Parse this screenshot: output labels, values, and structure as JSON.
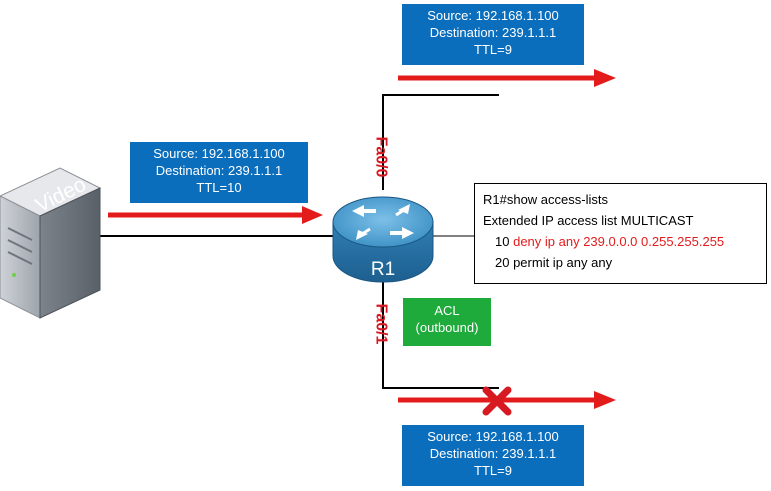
{
  "server": {
    "label": "Video"
  },
  "router": {
    "name": "R1"
  },
  "interfaces": {
    "top": "Fa0/0",
    "bottom": "Fa0/1"
  },
  "packets": {
    "incoming": {
      "source": "Source: 192.168.1.100",
      "destination": "Destination: 239.1.1.1",
      "ttl": "TTL=10"
    },
    "top_out": {
      "source": "Source: 192.168.1.100",
      "destination": "Destination: 239.1.1.1",
      "ttl": "TTL=9"
    },
    "bottom_out": {
      "source": "Source: 192.168.1.100",
      "destination": "Destination: 239.1.1.1",
      "ttl": "TTL=9"
    }
  },
  "acl_tag": {
    "line1": "ACL",
    "line2": "(outbound)"
  },
  "cli": {
    "prompt": "R1#show access-lists",
    "header": "Extended IP access list MULTICAST",
    "rule1_seq": "10",
    "rule1_text": "deny ip any 239.0.0.0 0.255.255.255",
    "rule2": "20 permit ip any any"
  },
  "colors": {
    "packet_box": "#0a6ebd",
    "acl_box": "#1faa3c",
    "arrow": "#e31b1b",
    "interface_label": "#d71921",
    "deny_text": "#e31b1b",
    "router_body": "#3b8fc4"
  }
}
